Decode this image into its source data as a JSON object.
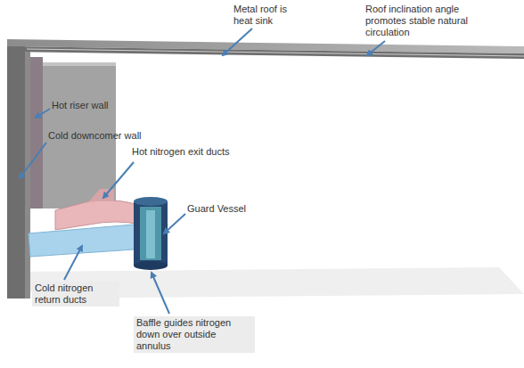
{
  "diagram": {
    "labels": [
      "Metal roof is heat sink",
      "Roof inclination angle promotes stable natural circulation",
      "Hot riser wall",
      "Cold downcomer wall",
      "Hot nitrogen exit ducts",
      "Guard Vessel",
      "Cold nitrogen return ducts",
      "Baffle guides nitrogen down over outside annulus"
    ]
  }
}
